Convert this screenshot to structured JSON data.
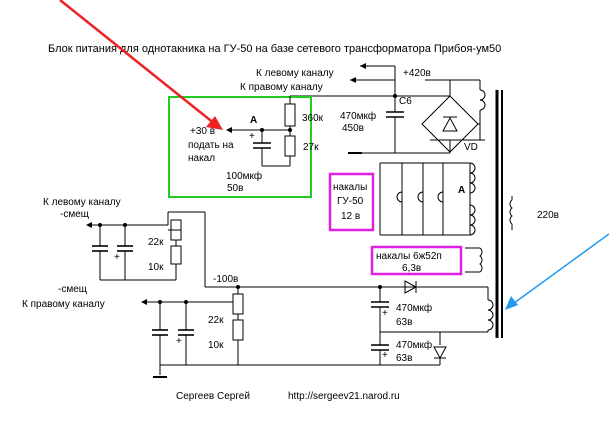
{
  "title": "Блок питания для однотакника на ГУ-50 на базе сетевого трансформатора Прибоя-ум50",
  "labels": {
    "left_channel_top": "К левому каналу",
    "right_channel_top": "К правому каналу",
    "plus420": "+420в",
    "c6": "C6",
    "cap1_value": "470мкф",
    "cap1_voltage": "450в",
    "vd": "VD",
    "node_a_top": "А",
    "r360": "360к",
    "r27": "27к",
    "plus30": "+30 в",
    "feed_heat_1": "подать на",
    "feed_heat_2": "накал",
    "cap2_value": "100мкф",
    "cap2_voltage": "50в",
    "heat_gu50_1": "накалы",
    "heat_gu50_2": "ГУ-50",
    "heat_gu50_3": "12 в",
    "node_a_mid": "А",
    "mains": "220в",
    "heat_6zh52p_1": "накалы 6ж52п",
    "heat_6zh52p_2": "6,3в",
    "left_channel_bias": "К левому каналу",
    "bias_left": "-смещ",
    "r22_top": "22к",
    "r10_top": "10к",
    "minus100": "-100в",
    "bias_right_label": "-смещ",
    "right_channel_bias": "К правому каналу",
    "r22_bot": "22к",
    "r10_bot": "10к",
    "cap3_value": "470мкф",
    "cap3_voltage": "63в",
    "cap4_value": "470мкф",
    "cap4_voltage": "63в",
    "author": "Сергеев Сергей",
    "url": "http://sergeev21.narod.ru"
  },
  "plus_marks": [
    "+",
    "+",
    "+",
    "+",
    "+",
    "+"
  ],
  "colors": {
    "green_box": "#22cc22",
    "magenta_box": "#e020e0",
    "red_arrow": "#ee2222",
    "blue_arrow": "#2299ee"
  }
}
